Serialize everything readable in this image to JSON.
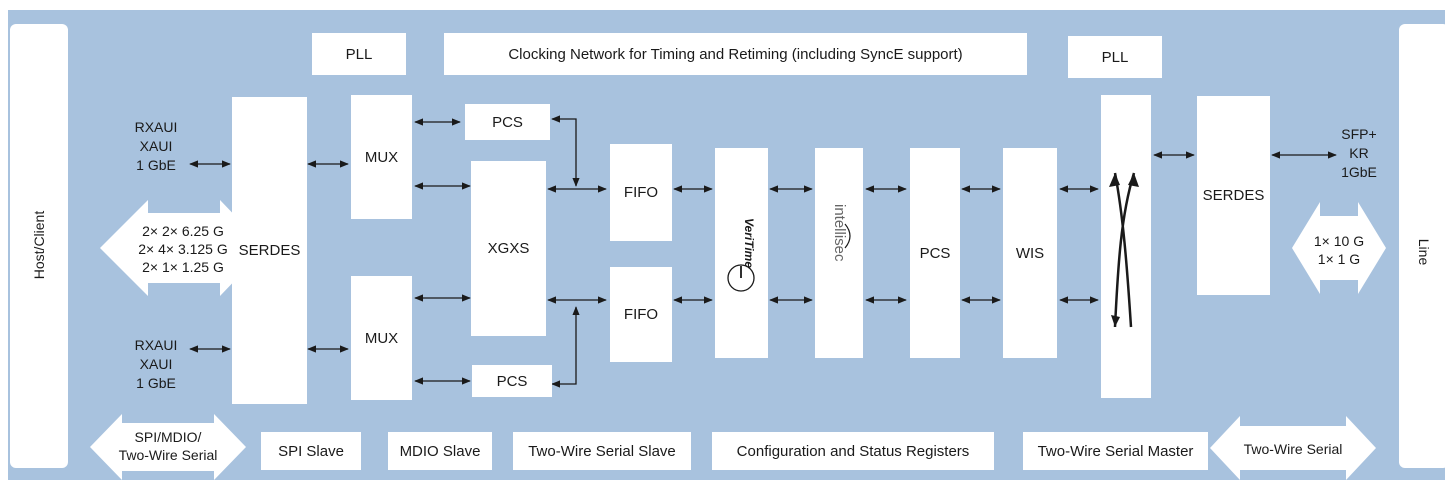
{
  "sides": {
    "host": "Host/Client",
    "line": "Line"
  },
  "top": {
    "pll_left": "PLL",
    "clocking": "Clocking Network for Timing and Retiming (including SyncE support)",
    "pll_right": "PLL"
  },
  "blocks": {
    "serdes_host": "SERDES",
    "mux_top": "MUX",
    "mux_bottom": "MUX",
    "pcs_top": "PCS",
    "pcs_bottom": "PCS",
    "xgxs": "XGXS",
    "fifo_top": "FIFO",
    "fifo_bottom": "FIFO",
    "veritime_logo": "VeriTime",
    "intellisec_logo": "intellisec",
    "pcs_line": "PCS",
    "wis": "WIS",
    "serdes_line": "SERDES"
  },
  "host_labels": {
    "top": [
      "RXAUI",
      "XAUI",
      "1 GbE"
    ],
    "bottom": [
      "RXAUI",
      "XAUI",
      "1 GbE"
    ],
    "rates": [
      "2× 2× 6.25 G",
      "2× 4× 3.125 G",
      "2× 1× 1.25 G"
    ]
  },
  "line_labels": {
    "interfaces": [
      "SFP+",
      "KR",
      "1GbE"
    ],
    "rates": [
      "1× 10 G",
      "1× 1 G"
    ]
  },
  "bottom": {
    "spi_arrow": [
      "SPI/MDIO/",
      "Two-Wire Serial"
    ],
    "spi_slave": "SPI Slave",
    "mdio_slave": "MDIO Slave",
    "two_wire_slave": "Two-Wire Serial Slave",
    "config_status": "Configuration and Status Registers",
    "two_wire_master": "Two-Wire Serial Master",
    "two_wire_serial": "Two-Wire Serial"
  }
}
